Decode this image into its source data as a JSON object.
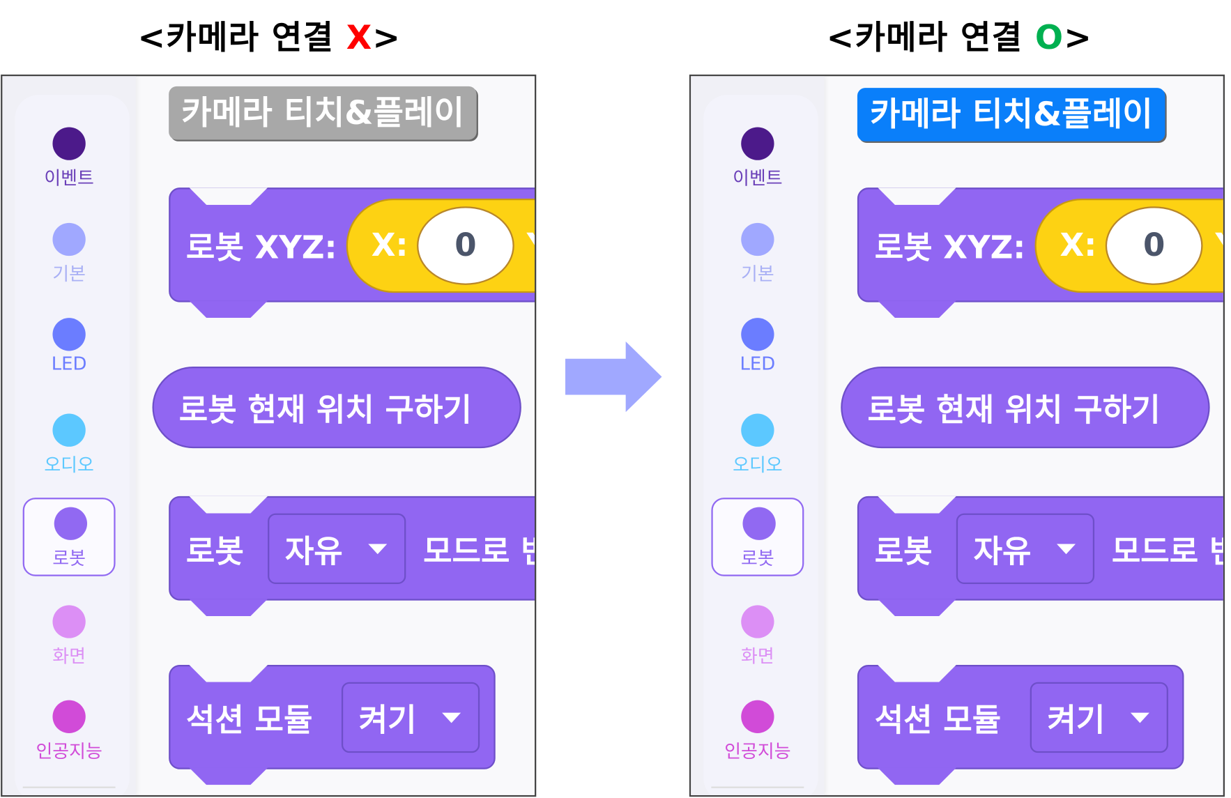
{
  "titles": {
    "left": {
      "prefix": "<카메라 연결 ",
      "mark": "X",
      "suffix": ">",
      "mark_color": "#ff0000"
    },
    "right": {
      "prefix": "<카메라 연결 ",
      "mark": "O",
      "suffix": ">",
      "mark_color": "#00b050"
    }
  },
  "categories": [
    {
      "label": "이벤트",
      "color": "#4c1a8a",
      "text_color": "#6a3fb8"
    },
    {
      "label": "기본",
      "color": "#a0a8ff",
      "text_color": "#a9b0f5"
    },
    {
      "label": "LED",
      "color": "#6b7dff",
      "text_color": "#6b7dff"
    },
    {
      "label": "오디오",
      "color": "#5cc8ff",
      "text_color": "#5cc8ff"
    },
    {
      "label": "로봇",
      "color": "#9169f2",
      "text_color": "#9169f2",
      "selected": true
    },
    {
      "label": "화면",
      "color": "#dc8ff5",
      "text_color": "#dc8ff5"
    },
    {
      "label": "인공지능",
      "color": "#d14bd8",
      "text_color": "#d14bd8"
    }
  ],
  "camera_button": {
    "label": "카메라 티치&플레이",
    "disconnected_color": "#a8a8a8",
    "connected_color": "#0a7ffa"
  },
  "blocks": {
    "xyz": {
      "label": "로봇 XYZ:",
      "x_label": "X:",
      "x_value": "0",
      "next_label": "Y"
    },
    "position": {
      "label": "로봇 현재 위치 구하기"
    },
    "mode": {
      "label": "로봇",
      "dropdown": "자유",
      "suffix": "모드로 변"
    },
    "suction": {
      "label": "석션 모듈",
      "dropdown": "켜기"
    }
  },
  "arrow_color": "#a0a8ff"
}
